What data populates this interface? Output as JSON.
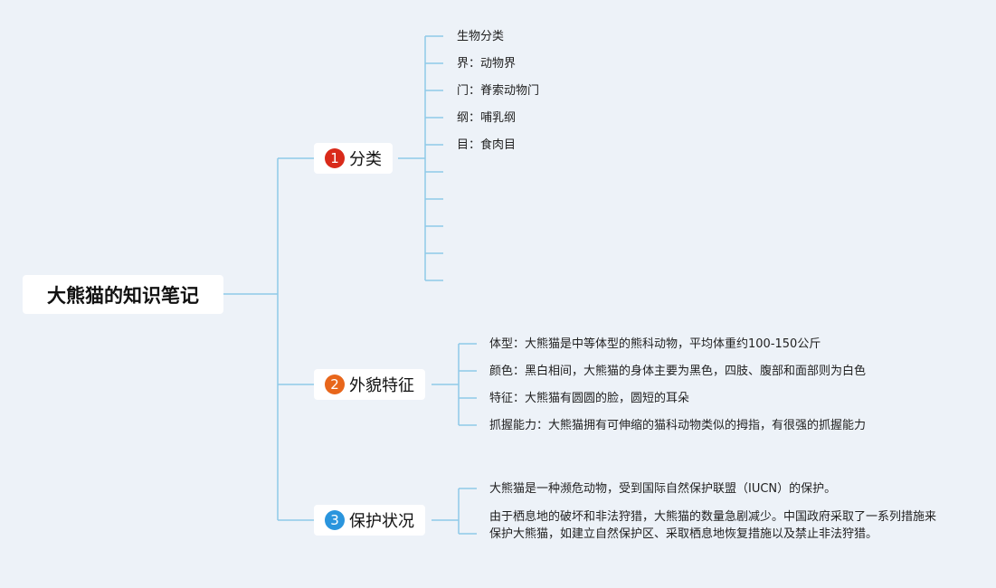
{
  "root": {
    "title": "大熊猫的知识笔记"
  },
  "branches": [
    {
      "index": "1",
      "label": "分类",
      "badge_color": "#d92a1a",
      "items": [
        "生物分类",
        "界：动物界",
        "门：脊索动物门",
        "纲：哺乳纲",
        "目：食肉目",
        "",
        "",
        "",
        "",
        ""
      ]
    },
    {
      "index": "2",
      "label": "外貌特征",
      "badge_color": "#e8661b",
      "items": [
        "体型：大熊猫是中等体型的熊科动物，平均体重约100-150公斤",
        "颜色：黑白相间，大熊猫的身体主要为黑色，四肢、腹部和面部则为白色",
        "特征：大熊猫有圆圆的脸，圆短的耳朵",
        "抓握能力：大熊猫拥有可伸缩的猫科动物类似的拇指，有很强的抓握能力"
      ]
    },
    {
      "index": "3",
      "label": "保护状况",
      "badge_color": "#2a95dd",
      "items": [
        "大熊猫是一种濒危动物，受到国际自然保护联盟（IUCN）的保护。",
        "由于栖息地的破坏和非法狩猎，大熊猫的数量急剧减少。中国政府采取了一系列措施来保护大熊猫，如建立自然保护区、采取栖息地恢复措施以及禁止非法狩猎。"
      ]
    }
  ],
  "colors": {
    "background": "#edf2f8",
    "line": "#8fc9e8",
    "node": "#ffffff"
  }
}
